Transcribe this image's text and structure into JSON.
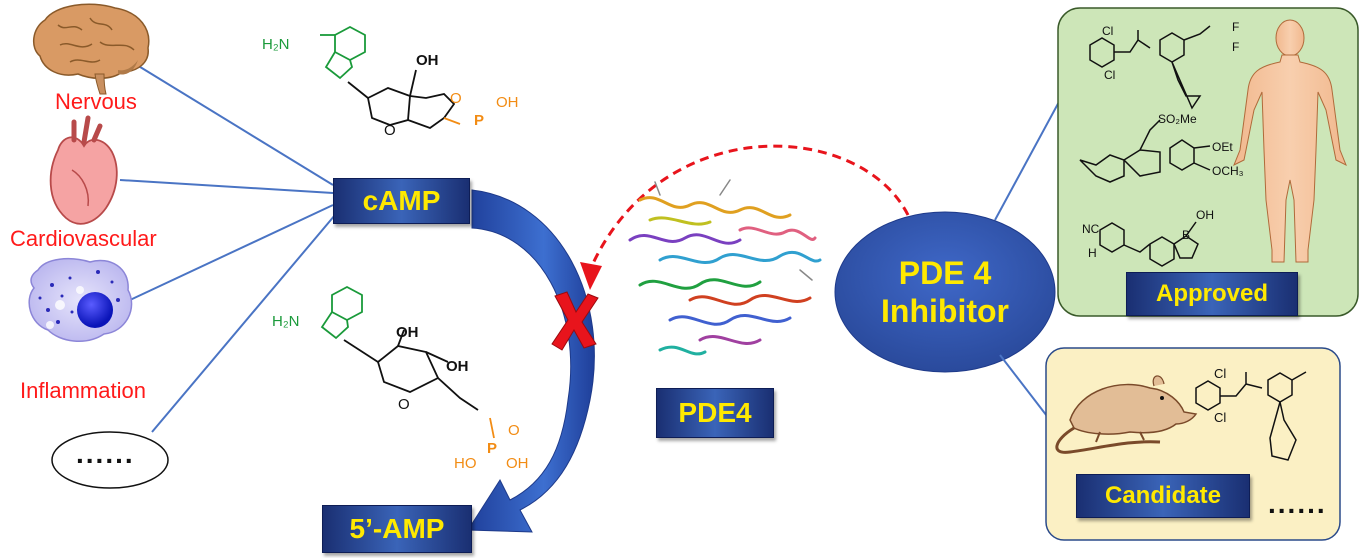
{
  "organs": {
    "nervous": "Nervous",
    "cardiovascular": "Cardiovascular",
    "inflammation": "Inflammation",
    "more": "......"
  },
  "molecules": {
    "camp": "cAMP",
    "amp": "5’-AMP",
    "pde4": "PDE4"
  },
  "inhibitor": {
    "line1": "PDE 4",
    "line2": "Inhibitor"
  },
  "panels": {
    "approved": "Approved",
    "candidate": "Candidate",
    "more": "......"
  },
  "chem_labels": {
    "h2n": "H₂N",
    "n": "N",
    "oh": "OH",
    "o": "O",
    "p": "P",
    "ho": "HO",
    "cl": "Cl",
    "h": "H",
    "f": "F",
    "so2me": "SO₂Me",
    "oet": "OEt",
    "och3": "OCH₃",
    "nc": "NC",
    "b": "B"
  },
  "colors": {
    "label_red": "#ff1a1a",
    "box_text": "#ffe900",
    "box_blue": "#2a4a9c",
    "approved_bg": "#cde6b8",
    "candidate_bg": "#fbf0c4",
    "dashed_arrow": "#e8141c",
    "nitrogen_green": "#1a9a3a",
    "phosphate_orange": "#f28c14"
  }
}
